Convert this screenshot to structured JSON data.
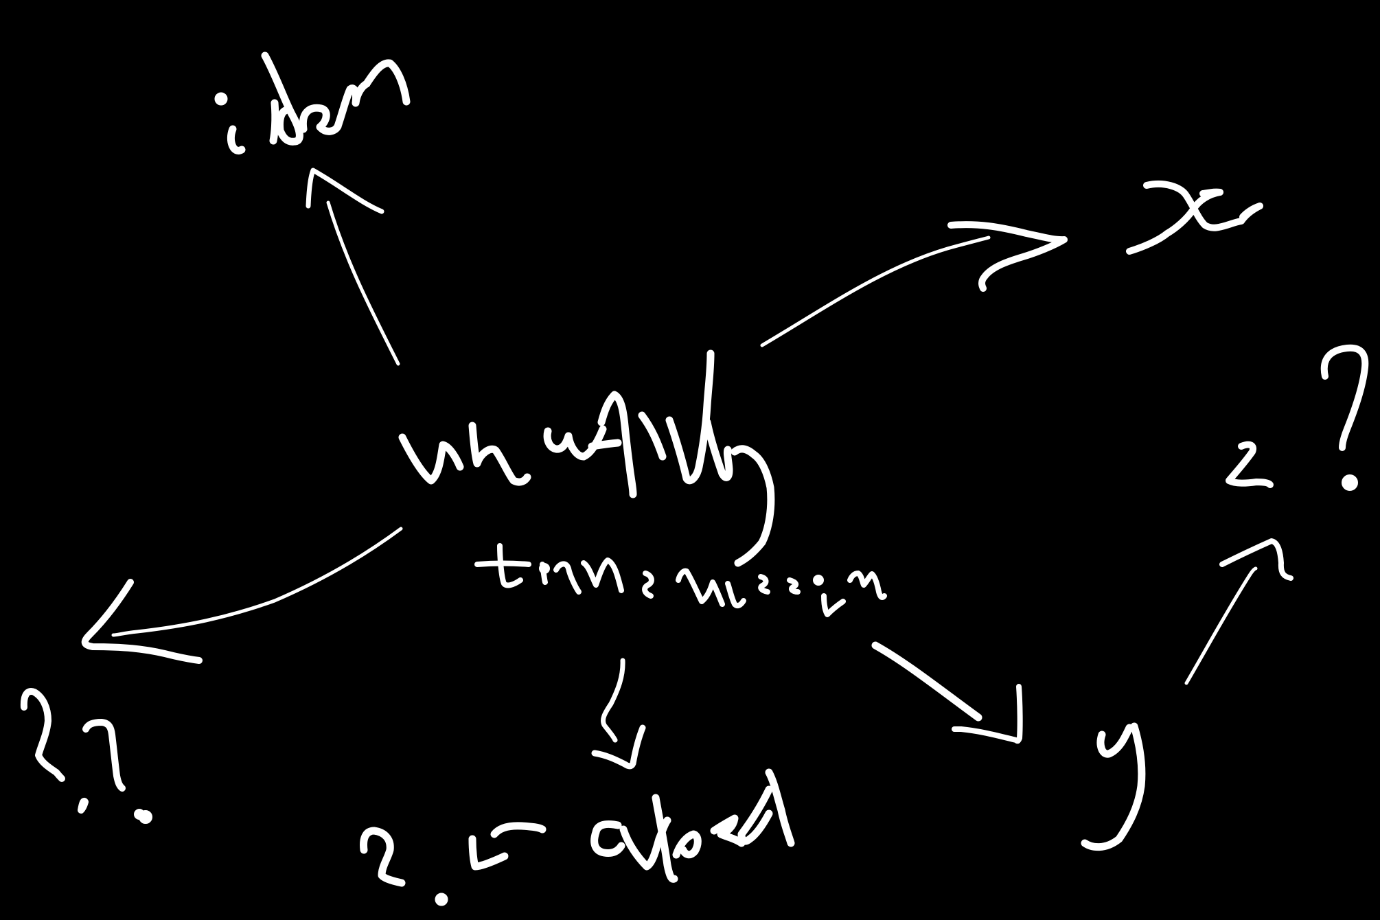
{
  "canvas": {
    "background": "#000000",
    "ink": "#ffffff"
  },
  "nodes": {
    "center_title": "uncertainty",
    "center_subtitle": "transmission",
    "top": "idea",
    "right_top": "x",
    "right_mid": "z ?",
    "bottom_right": "y",
    "bottom_mid": "abcd",
    "bottom_mid_prefix": "? <=",
    "bottom_left": "?,?"
  },
  "arrows": [
    "center-to-idea",
    "center-to-x",
    "center-to-y",
    "y-to-z",
    "center-to-abcd",
    "center-to-left"
  ]
}
